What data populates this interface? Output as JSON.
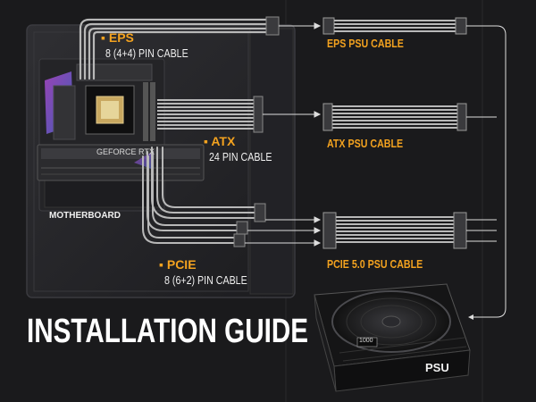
{
  "labels": {
    "eps_title": "EPS",
    "eps_sub": "8 (4+4) PIN CABLE",
    "atx_title": "ATX",
    "atx_sub": "24 PIN CABLE",
    "pcie_title": "PCIE",
    "pcie_sub": "8 (6+2) PIN CABLE",
    "motherboard": "MOTHERBOARD",
    "gpu_brand": "GEFORCE RTX",
    "eps_psu": "EPS PSU CABLE",
    "atx_psu": "ATX PSU CABLE",
    "pcie_psu": "PCIE 5.0 PSU CABLE",
    "psu": "PSU",
    "psu_display": "1000"
  },
  "title": "INSTALLATION GUIDE",
  "colors": {
    "accent": "#f3a21f",
    "background": "#1a1a1c",
    "text": "#f0f0f0",
    "cable": "#b8b8b8"
  }
}
